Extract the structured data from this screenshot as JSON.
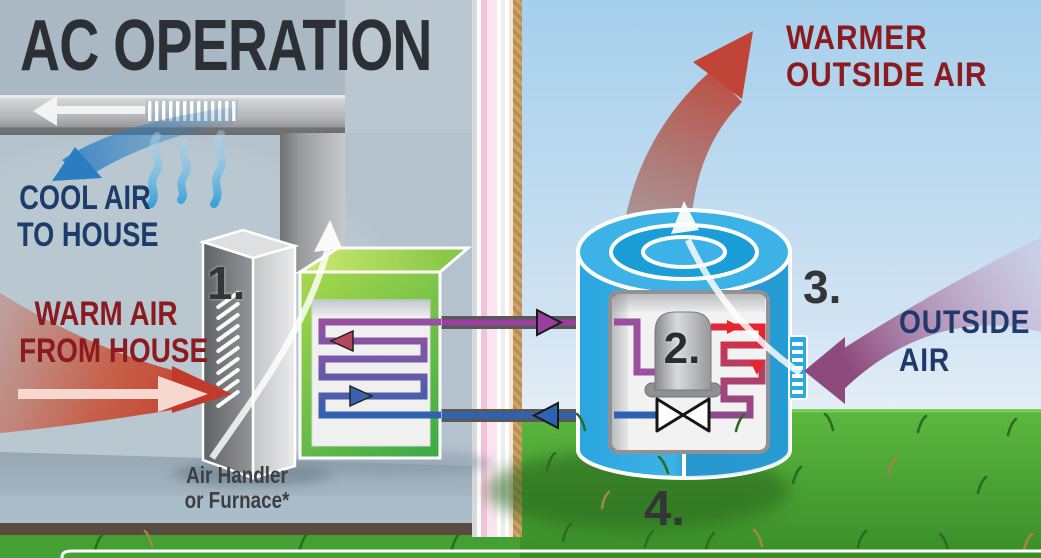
{
  "title": "AC OPERATION",
  "labels": {
    "cool_air": {
      "line1": "COOL AIR",
      "line2": "TO HOUSE"
    },
    "warm_air": {
      "line1": "WARM AIR",
      "line2": "FROM HOUSE"
    },
    "warmer_outside": {
      "line1": "WARMER",
      "line2": "OUTSIDE AIR"
    },
    "outside_air": {
      "line1": "OUTSIDE",
      "line2": "AIR"
    },
    "air_handler": {
      "line1": "Air Handler",
      "line2": "or Furnace*"
    }
  },
  "steps": {
    "s1": "1.",
    "s2": "2.",
    "s3": "3.",
    "s4": "4."
  },
  "colors": {
    "title_text": "#2c3034",
    "maroon_text": "#8c1b20",
    "navy_text": "#1c3c69",
    "interior_wall": "#b3c2cc",
    "sky_top": "#a5cfec",
    "grass_green": "#4aa136",
    "unit_green": "#8dc63f",
    "unit_blue": "#3db2e6",
    "coil_purple": "#9a4f9f",
    "coil_blue": "#2d62b0",
    "coil_red": "#ec2127",
    "warm_arrow_red": "#c23a2b",
    "outside_arrow_purple": "#8d4a7c",
    "cool_arrow_blue": "#2b7dc2"
  }
}
